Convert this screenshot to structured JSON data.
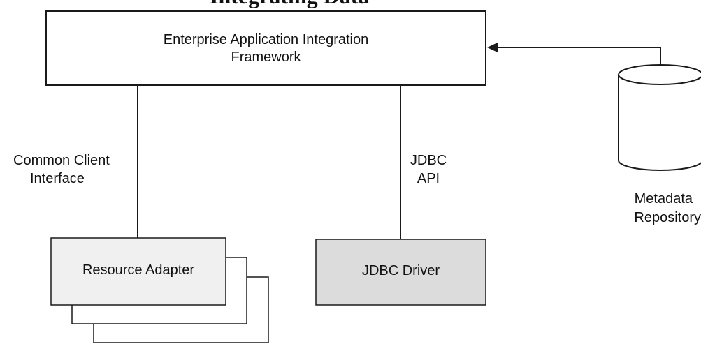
{
  "title": "Integrating Data",
  "framework": {
    "line1": "Enterprise Application Integration",
    "line2": "Framework"
  },
  "connectors": {
    "cci_line1": "Common Client",
    "cci_line2": "Interface",
    "jdbc_api_line1": "JDBC",
    "jdbc_api_line2": "API"
  },
  "resource_adapter": {
    "label": "Resource Adapter"
  },
  "jdbc_driver": {
    "label": "JDBC Driver"
  },
  "repository": {
    "line1": "Metadata",
    "line2": "Repository"
  },
  "colors": {
    "stroke": "#1a1a1a",
    "box_fill": "#ffffff",
    "adapter_fill": "#f0f0f0",
    "driver_fill": "#dcdcdc"
  }
}
